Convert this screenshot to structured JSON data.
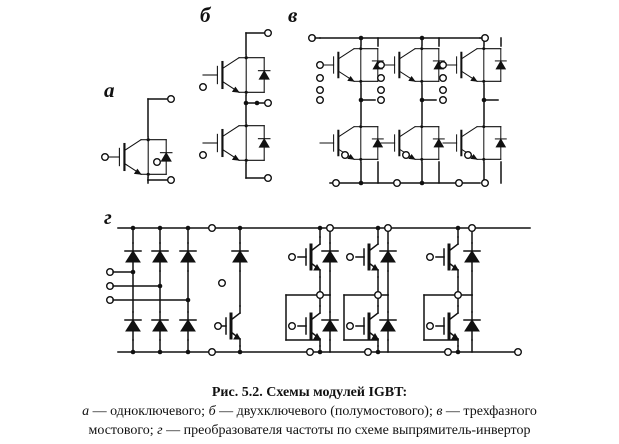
{
  "panels": {
    "a": "а",
    "b": "б",
    "v": "в",
    "g": "г"
  },
  "caption": {
    "title": "Рис. 5.2. Схемы модулей IGBT:",
    "l_a": "а",
    "t_a": " — одноключевого; ",
    "l_b": "б",
    "t_b": " — двухключевого (полумостового); ",
    "l_v": "в",
    "t_v": " — трехфазного",
    "t_v2": "мостового; ",
    "l_g": "г",
    "t_g": " — преобразователя частоты по схеме выпрямитель-инвертор"
  }
}
